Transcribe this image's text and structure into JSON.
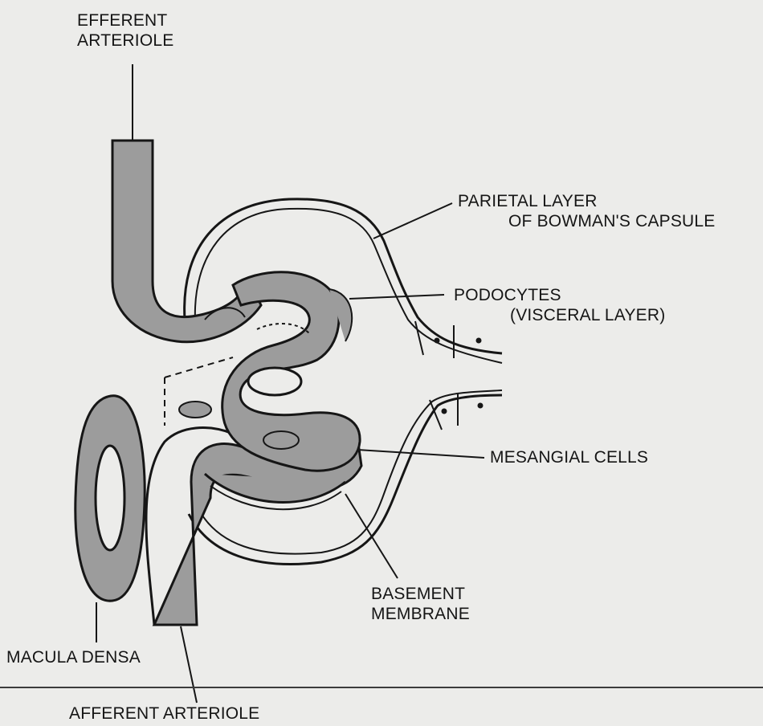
{
  "labels": {
    "efferent_arteriole": [
      "EFFERENT",
      "ARTERIOLE"
    ],
    "parietal_layer": [
      "PARIETAL LAYER",
      "OF BOWMAN'S CAPSULE"
    ],
    "podocytes": [
      "PODOCYTES",
      "(VISCERAL LAYER)"
    ],
    "mesangial_cells": "MESANGIAL CELLS",
    "basement_membrane": [
      "BASEMENT",
      "MEMBRANE"
    ],
    "macula_densa": "MACULA DENSA",
    "afferent_arteriole": "AFFERENT ARTERIOLE"
  },
  "colors": {
    "background": "#ececea",
    "tissue_fill": "#9c9c9c",
    "outline": "#161616"
  }
}
